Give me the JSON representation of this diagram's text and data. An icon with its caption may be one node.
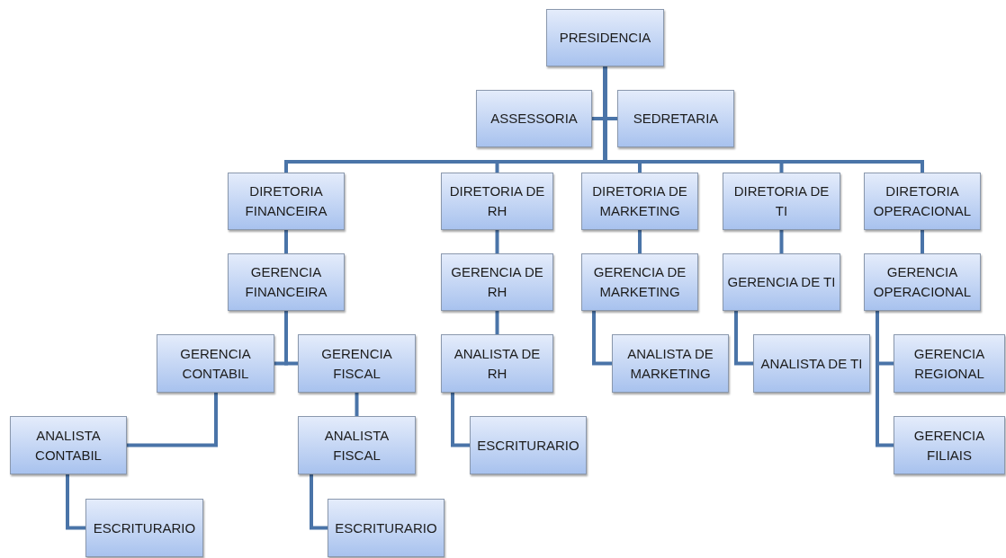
{
  "diagram": {
    "nodes": [
      {
        "text": [
          "PRESIDENCIA"
        ]
      },
      {
        "text": [
          "ASSESSORIA"
        ]
      },
      {
        "text": [
          "SEDRETARIA"
        ]
      },
      {
        "text": [
          "DIRETORIA FINANCEIRA"
        ]
      },
      {
        "text": [
          "DIRETORIA DE RH"
        ]
      },
      {
        "text": [
          "DIRETORIA DE MARKETING"
        ]
      },
      {
        "text": [
          "DIRETORIA DE TI"
        ]
      },
      {
        "text": [
          "DIRETORIA OPERACIONAL"
        ]
      },
      {
        "text": [
          "GERENCIA FINANCEIRA"
        ]
      },
      {
        "text": [
          "GERENCIA DE RH"
        ]
      },
      {
        "text": [
          "GERENCIA DE MARKETING"
        ]
      },
      {
        "text": [
          "GERENCIA DE TI"
        ]
      },
      {
        "text": [
          "GERENCIA OPERACIONAL"
        ]
      },
      {
        "text": [
          "GERENCIA CONTABIL"
        ]
      },
      {
        "text": [
          "GERENCIA FISCAL"
        ]
      },
      {
        "text": [
          "ANALISTA DE RH"
        ]
      },
      {
        "text": [
          "ANALISTA DE MARKETING"
        ]
      },
      {
        "text": [
          "ANALISTA DE TI"
        ]
      },
      {
        "text": [
          "GERENCIA REGIONAL"
        ]
      },
      {
        "text": [
          "ANALISTA CONTABIL"
        ]
      },
      {
        "text": [
          "ANALISTA FISCAL"
        ]
      },
      {
        "text": [
          "ESCRITURARIO"
        ]
      },
      {
        "text": [
          "GERENCIA FILIAIS"
        ]
      },
      {
        "text": [
          "ESCRITURARIO"
        ]
      },
      {
        "text": [
          "ESCRITURARIO"
        ]
      }
    ],
    "edges": [
      {
        "from": 0,
        "to": 1,
        "arrow": "none"
      },
      {
        "from": 0,
        "to": 2,
        "arrow": "none"
      },
      {
        "from": 0,
        "to": 3,
        "arrow": "none"
      },
      {
        "from": 0,
        "to": 4,
        "arrow": "none"
      },
      {
        "from": 0,
        "to": 5,
        "arrow": "none"
      },
      {
        "from": 0,
        "to": 6,
        "arrow": "none"
      },
      {
        "from": 0,
        "to": 7,
        "arrow": "none"
      },
      {
        "from": 3,
        "to": 8,
        "arrow": "none"
      },
      {
        "from": 4,
        "to": 9,
        "arrow": "none"
      },
      {
        "from": 5,
        "to": 10,
        "arrow": "none"
      },
      {
        "from": 6,
        "to": 11,
        "arrow": "none"
      },
      {
        "from": 7,
        "to": 12,
        "arrow": "none"
      },
      {
        "from": 8,
        "to": 13,
        "arrow": "none"
      },
      {
        "from": 8,
        "to": 14,
        "arrow": "none"
      },
      {
        "from": 9,
        "to": 15,
        "arrow": "none"
      },
      {
        "from": 10,
        "to": 16,
        "arrow": "none"
      },
      {
        "from": 11,
        "to": 17,
        "arrow": "none"
      },
      {
        "from": 12,
        "to": 18,
        "arrow": "none"
      },
      {
        "from": 12,
        "to": 22,
        "arrow": "none"
      },
      {
        "from": 13,
        "to": 19,
        "arrow": "none"
      },
      {
        "from": 14,
        "to": 20,
        "arrow": "none"
      },
      {
        "from": 15,
        "to": 21,
        "arrow": "none"
      },
      {
        "from": 19,
        "to": 23,
        "arrow": "none"
      },
      {
        "from": 20,
        "to": 24,
        "arrow": "none"
      }
    ]
  }
}
